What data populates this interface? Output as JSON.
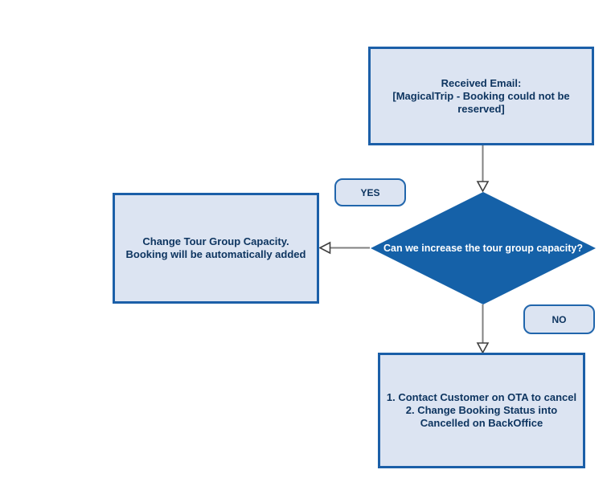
{
  "colors": {
    "background": "#ffffff",
    "node_fill": "#dce4f2",
    "node_border": "#1b5fa8",
    "badge_border": "#2166ac",
    "decision_fill": "#1561a8",
    "decision_text": "#ffffff",
    "node_text": "#0e3560",
    "connector": "#808080"
  },
  "nodes": {
    "received_email": {
      "text": "Received Email:\n[MagicalTrip - Booking could not be reserved]"
    },
    "decision": {
      "text": "Can we increase the tour group capacity?"
    },
    "change_capacity": {
      "text": "Change Tour Group Capacity.\nBooking will be automatically added"
    },
    "cancel_steps": {
      "text": "1. Contact Customer on OTA to cancel\n2. Change Booking Status into Cancelled on BackOffice"
    }
  },
  "labels": {
    "yes": "YES",
    "no": "NO"
  }
}
